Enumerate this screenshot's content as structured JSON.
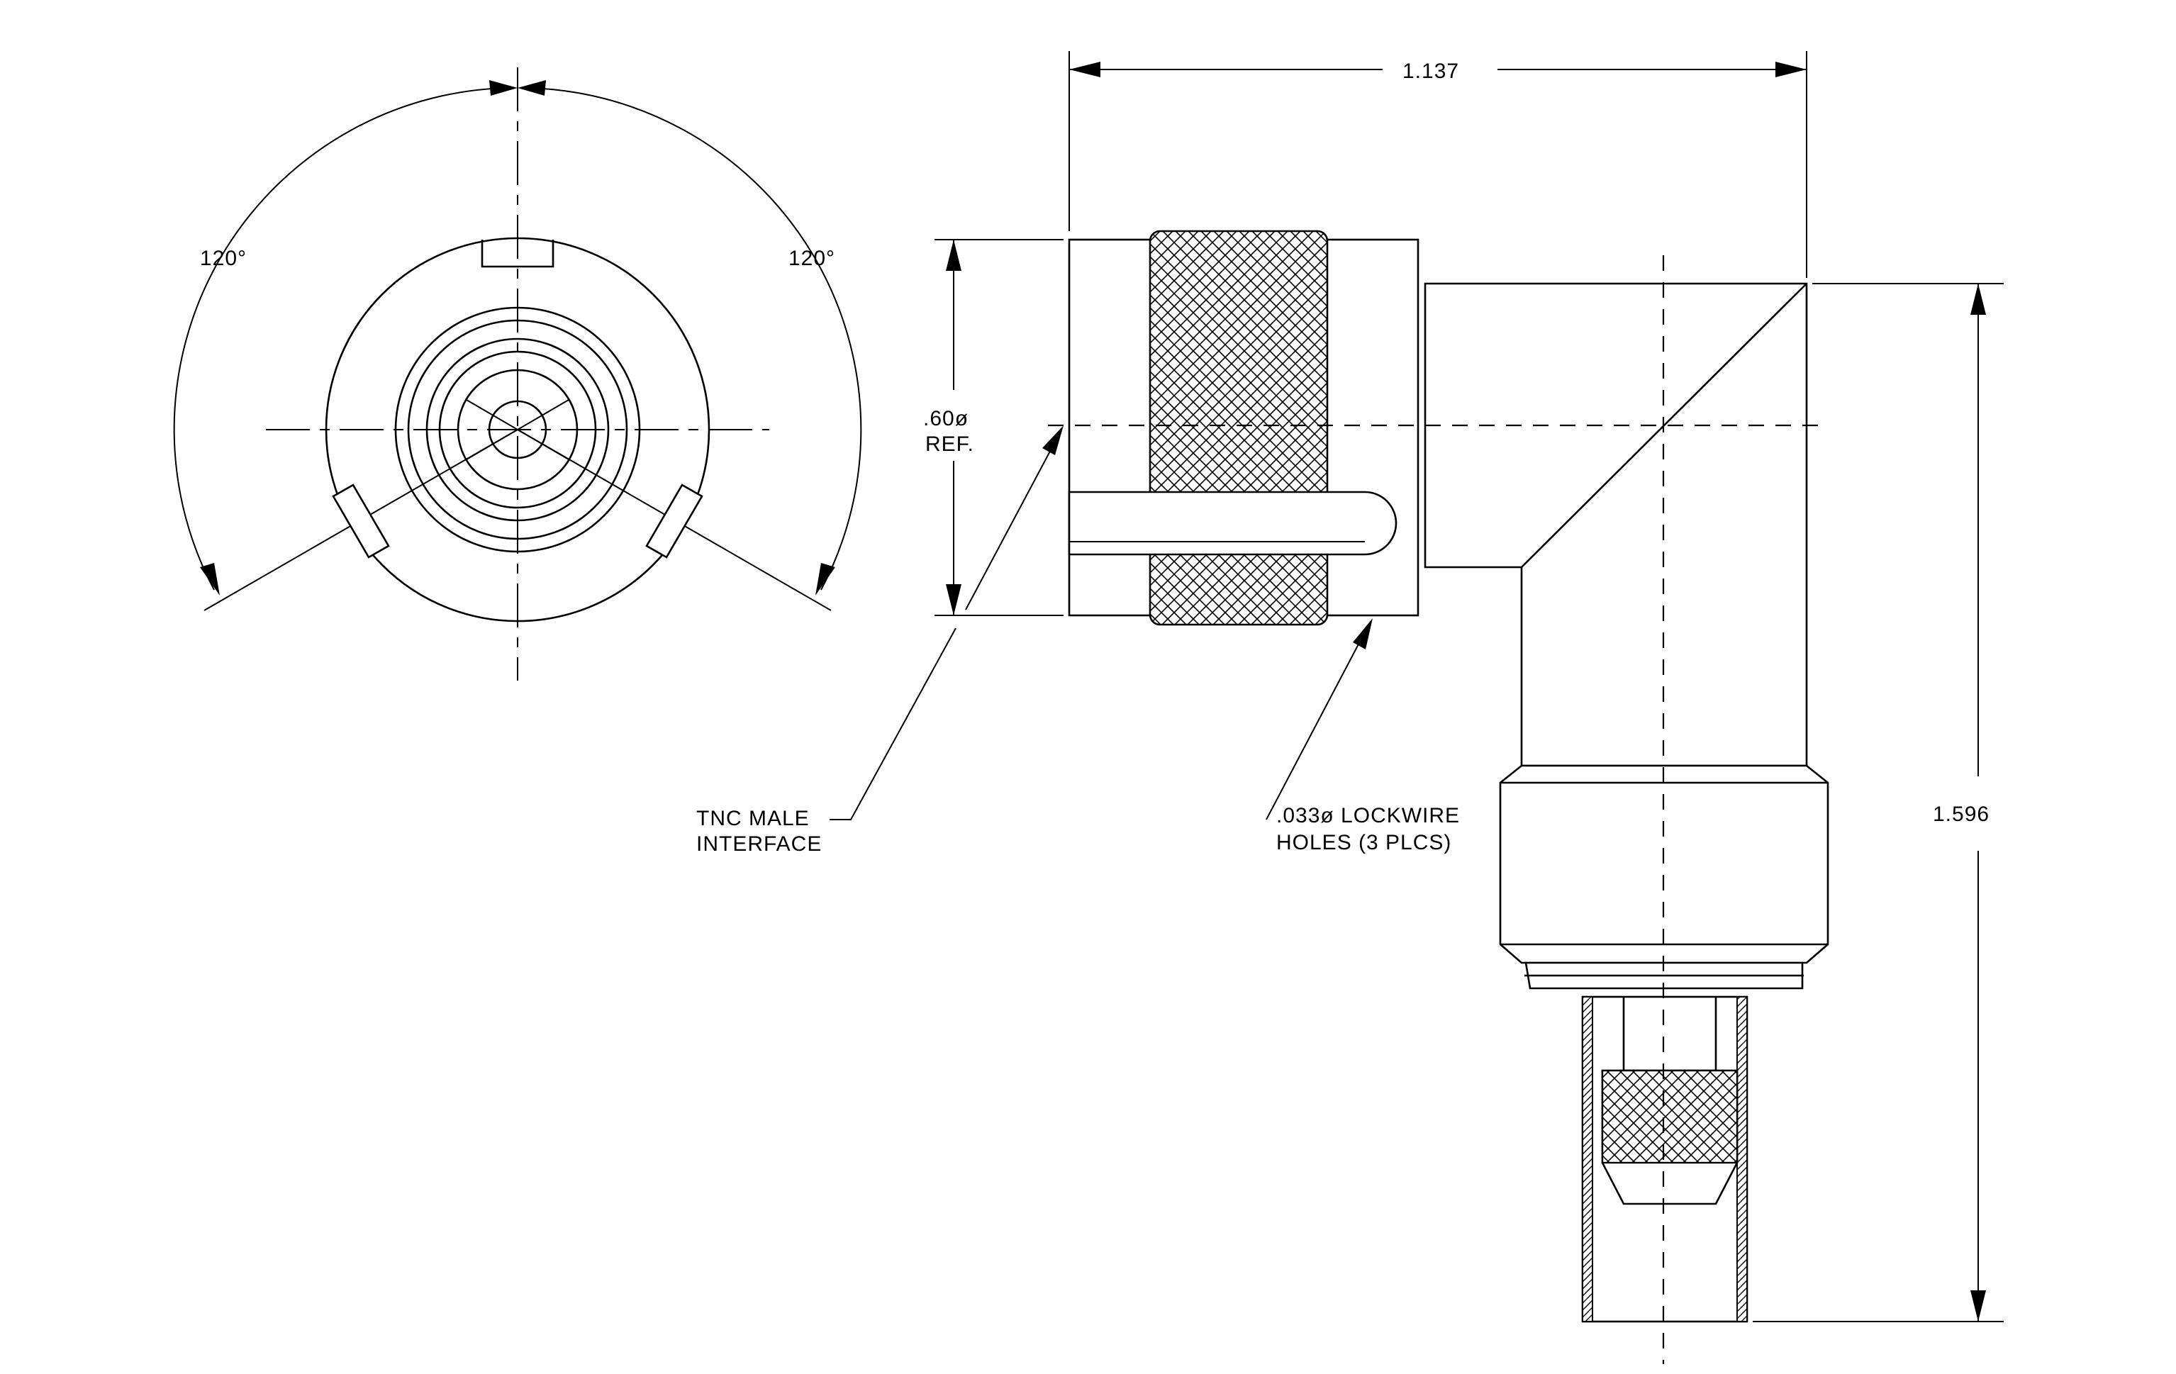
{
  "drawing": {
    "dimensions": {
      "overall_length": "1.137",
      "overall_height": "1.596",
      "angle_left": "120°",
      "angle_right": "120°",
      "diameter_line1": ".60ø",
      "diameter_line2": "REF."
    },
    "callouts": {
      "interface_line1": "TNC MALE",
      "interface_line2": "INTERFACE",
      "lockwire_line1": ".033ø LOCKWIRE",
      "lockwire_line2": "HOLES (3 PLCS)"
    }
  }
}
